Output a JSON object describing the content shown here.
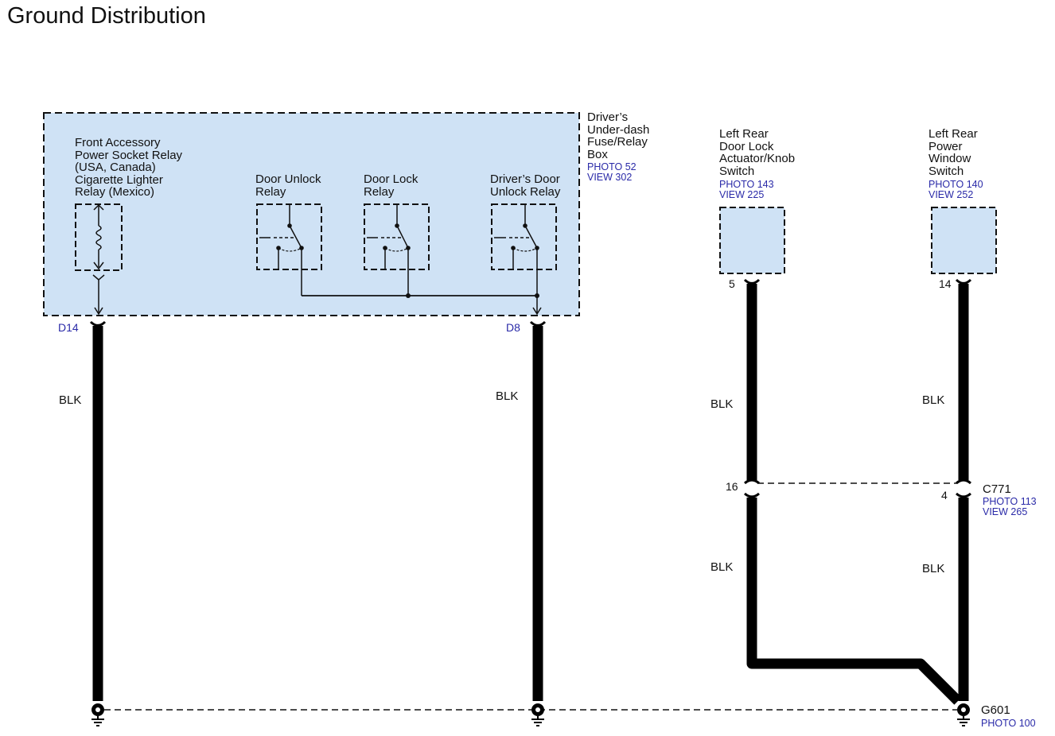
{
  "title": "Ground Distribution",
  "fuse_box": {
    "name": [
      "Driver’s",
      "Under-dash",
      "Fuse/Relay",
      "Box"
    ],
    "photo": "PHOTO 52",
    "view": "VIEW 302"
  },
  "relays": {
    "front_accessory": [
      "Front Accessory",
      "Power Socket Relay",
      "(USA, Canada)",
      "Cigarette Lighter",
      "Relay (Mexico)"
    ],
    "door_unlock": [
      "Door Unlock",
      "Relay"
    ],
    "door_lock": [
      "Door Lock",
      "Relay"
    ],
    "drivers_door_unlock": [
      "Driver’s Door",
      "Unlock Relay"
    ]
  },
  "components": {
    "left_rear_door_lock": {
      "name": [
        "Left Rear",
        "Door Lock",
        "Actuator/Knob",
        "Switch"
      ],
      "photo": "PHOTO 143",
      "view": "VIEW 225",
      "pin": "5"
    },
    "left_rear_power_window": {
      "name": [
        "Left Rear",
        "Power",
        "Window",
        "Switch"
      ],
      "photo": "PHOTO 140",
      "view": "VIEW 252",
      "pin": "14"
    }
  },
  "terminals": {
    "d14": "D14",
    "d8": "D8"
  },
  "wire_color": "BLK",
  "connector_c771": {
    "name": "C771",
    "photo": "PHOTO 113",
    "view": "VIEW 265",
    "pin_left": "16",
    "pin_right": "4"
  },
  "ground": {
    "name": "G601",
    "photo": "PHOTO 100"
  },
  "colors": {
    "box_fill": "#cfe2f5",
    "wire": "#000000",
    "reference_text": "#2a2aa8"
  }
}
